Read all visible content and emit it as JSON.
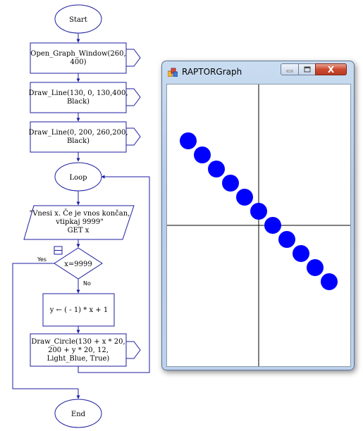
{
  "flowchart": {
    "start_label": "Start",
    "open_window_label": "Open_Graph_Window(260, 400)",
    "draw_line_1_label": [
      "Draw_Line(130, 0, 130,400,",
      "Black)"
    ],
    "draw_line_2_label": [
      "Draw_Line(0, 200, 260,200,",
      "Black)"
    ],
    "loop_label": "Loop",
    "input_prompt": [
      "\"Vnesi x. Če je vnos končan,",
      "vtipkaj 9999\""
    ],
    "input_get": "GET x",
    "decision_label": "x=9999",
    "yes_label": "Yes",
    "no_label": "No",
    "assignment_label": "y ← ( - 1) * x + 1",
    "draw_circle_label": [
      "Draw_Circle(130 + x * 20,",
      "200 + y * 20, 12,",
      "Light_Blue, True)"
    ],
    "end_label": "End",
    "line_color": "#1e1ea0"
  },
  "graph_window": {
    "title": "RAPTORGraph",
    "minimize_icon": "minimize-icon",
    "maximize_icon": "maximize-icon",
    "close_icon": "close-icon",
    "close_glyph": "X",
    "canvas": {
      "width": 260,
      "height": 400,
      "axis_color": "#000000",
      "circle_color": "#0000ff",
      "circle_radius": 12,
      "points": [
        {
          "x": -5,
          "y": 6
        },
        {
          "x": -4,
          "y": 5
        },
        {
          "x": -3,
          "y": 4
        },
        {
          "x": -2,
          "y": 3
        },
        {
          "x": -1,
          "y": 2
        },
        {
          "x": 0,
          "y": 1
        },
        {
          "x": 1,
          "y": 0
        },
        {
          "x": 2,
          "y": -1
        },
        {
          "x": 3,
          "y": -2
        },
        {
          "x": 4,
          "y": -3
        },
        {
          "x": 5,
          "y": -4
        }
      ]
    }
  }
}
